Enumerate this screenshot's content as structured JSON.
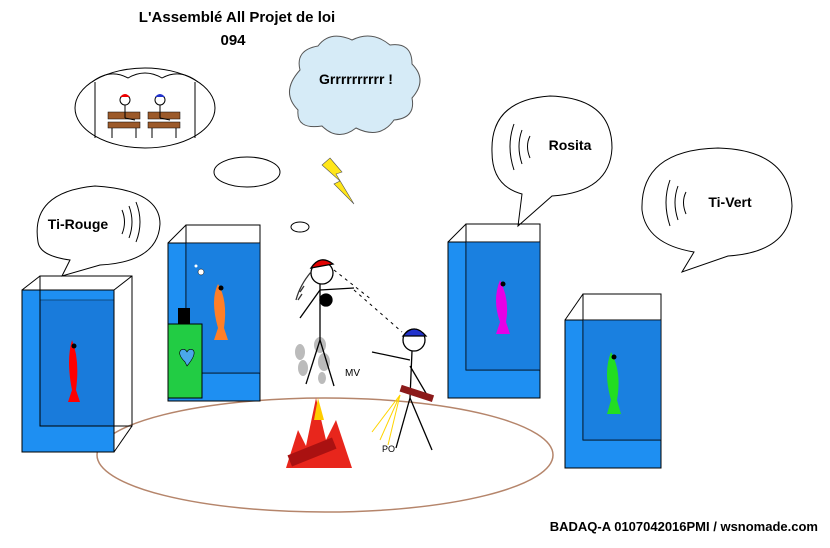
{
  "title_line1": "L'Assemblé All Projet de loi",
  "title_line2": "094",
  "thought_cloud_text": "Grrrrrrrrrr !",
  "speech_bubbles": {
    "left": "Ti-Rouge",
    "center_right": "Rosita",
    "right": "Ti-Vert"
  },
  "figure_labels": {
    "mv": "MV",
    "po": "PO"
  },
  "credit": "BADAQ-A 0107042016PMI / wsnomade.com",
  "colors": {
    "tank_blue": "#1e8ff2",
    "tank_dark_blue": "#1565c0",
    "fish_red": "#ff0000",
    "fish_orange": "#ff7f27",
    "fish_magenta": "#e600e6",
    "fish_green": "#22dd22",
    "cloud_fill": "#d6ebf7",
    "lightning": "#ffe619",
    "fire_red": "#e8261c",
    "arena_line": "#b5856b"
  }
}
